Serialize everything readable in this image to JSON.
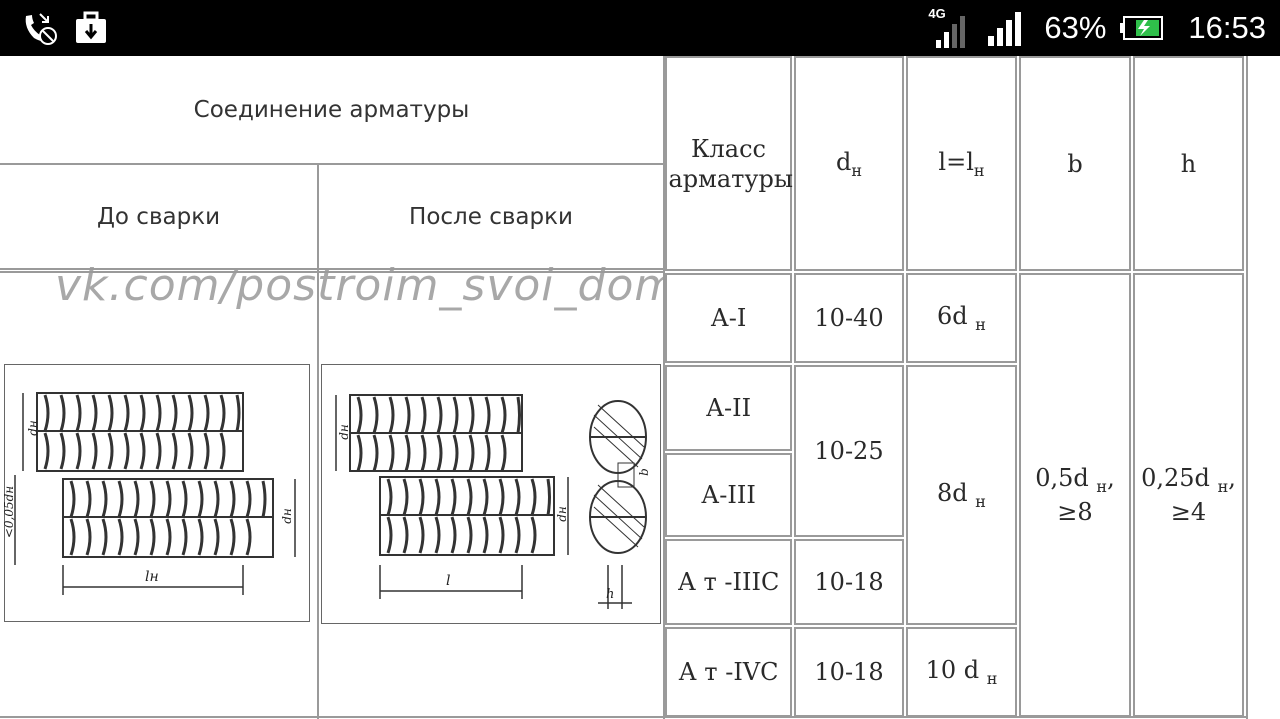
{
  "status_bar": {
    "network": "4G",
    "battery": "63%",
    "time": "16:53"
  },
  "table": {
    "header_joint": "Соединение арматуры",
    "header_before": "До сварки",
    "header_after": "После сварки",
    "header_class": "Класс арматуры",
    "header_d": "d",
    "header_d_sub": "н",
    "header_l": "l=l",
    "header_l_sub": "н",
    "header_b": "b",
    "header_h": "h",
    "rows": [
      {
        "class": "А-I",
        "d": "10-40",
        "l": "6d",
        "l_sub": "н"
      },
      {
        "class": "А-II"
      },
      {
        "class": "А-III"
      },
      {
        "class": "А т -IIIС",
        "d": "10-18"
      },
      {
        "class": "А т -IVС",
        "d": "10-18",
        "l": "10 d",
        "l_sub": "н"
      }
    ],
    "d_merged": "10-25",
    "l_merged": "8d",
    "l_merged_sub": "н",
    "b_value": "0,5d",
    "b_sub": "н",
    "b_tail": ",",
    "b_line2": "≥8",
    "h_value": "0,25d",
    "h_sub": "н",
    "h_tail": ",",
    "h_line2": "≥4"
  },
  "watermark": "vk.com/postroim_svoi_dom",
  "drawing_labels": {
    "before_dn": "dн",
    "before_gap": "<0,05dн",
    "before_dn2": "dн",
    "before_ln": "lн",
    "after_dn": "dн",
    "after_dn2": "dн",
    "after_l": "l",
    "after_b": "b",
    "after_h": "h"
  }
}
